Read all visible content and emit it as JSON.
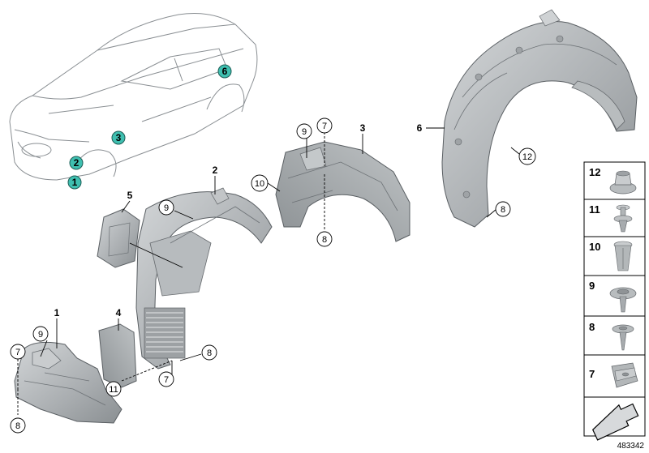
{
  "ref_number": "483342",
  "car_markers": [
    {
      "label": "1"
    },
    {
      "label": "2"
    },
    {
      "label": "3"
    },
    {
      "label": "6"
    }
  ],
  "part_labels": {
    "p1": "1",
    "p2": "2",
    "p3": "3",
    "p4": "4",
    "p5": "5",
    "p6": "6"
  },
  "callouts": {
    "c1_9": "9",
    "c1_7": "7",
    "c1_8": "8",
    "c2_9": "9",
    "c2_11": "11",
    "c2_7": "7",
    "c2_8": "8",
    "c3_9": "9",
    "c3_7": "7",
    "c3_10": "10",
    "c3_8": "8",
    "c6_12": "12",
    "c6_8": "8"
  },
  "legend": [
    {
      "label": "12",
      "icon": "nut-clip-icon"
    },
    {
      "label": "11",
      "icon": "push-rivet-icon"
    },
    {
      "label": "10",
      "icon": "expanding-clip-icon"
    },
    {
      "label": "9",
      "icon": "washer-screw-icon"
    },
    {
      "label": "8",
      "icon": "pin-rivet-icon"
    },
    {
      "label": "7",
      "icon": "spring-nut-icon"
    }
  ],
  "colors": {
    "marker_fill": "#3fbfb0",
    "part_light": "#c8cbcd",
    "part_mid": "#a9adb0",
    "part_dark": "#7f8487"
  }
}
